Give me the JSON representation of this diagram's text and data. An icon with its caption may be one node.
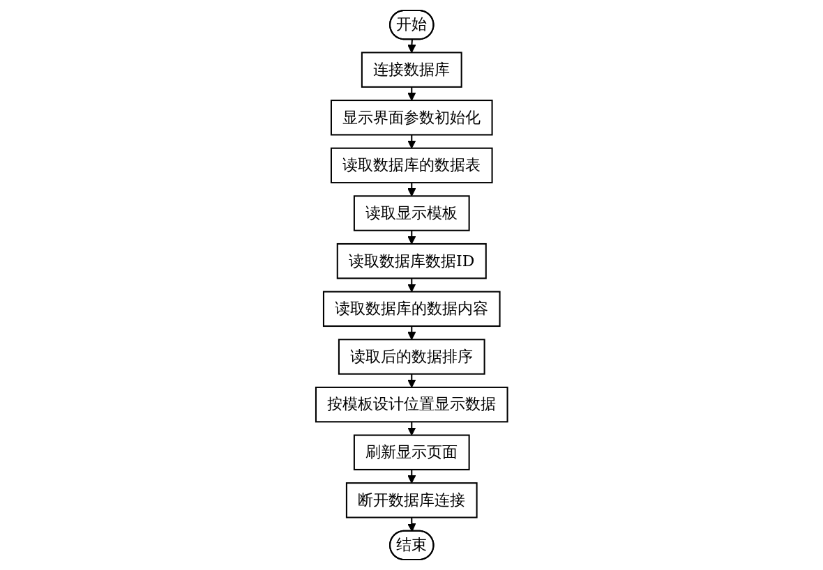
{
  "diagram": {
    "nodes": [
      {
        "text": [
          "开始"
        ]
      },
      {
        "text": [
          "连接数据库"
        ]
      },
      {
        "text": [
          "显示界面参数初始化"
        ]
      },
      {
        "text": [
          "读取数据库的数据表"
        ]
      },
      {
        "text": [
          "读取显示模板"
        ]
      },
      {
        "text": [
          "读取数据库数据ID"
        ]
      },
      {
        "text": [
          "读取数据库的数据内容"
        ]
      },
      {
        "text": [
          "读取后的数据排序"
        ]
      },
      {
        "text": [
          "按模板设计位置显示数据"
        ]
      },
      {
        "text": [
          "刷新显示页面"
        ]
      },
      {
        "text": [
          "断开数据库连接"
        ]
      },
      {
        "text": [
          "结束"
        ]
      }
    ],
    "edges": [
      {
        "from": 0,
        "to": 1,
        "arrow": "to"
      },
      {
        "from": 1,
        "to": 2,
        "arrow": "to"
      },
      {
        "from": 2,
        "to": 3,
        "arrow": "to"
      },
      {
        "from": 3,
        "to": 4,
        "arrow": "to"
      },
      {
        "from": 4,
        "to": 5,
        "arrow": "to"
      },
      {
        "from": 5,
        "to": 6,
        "arrow": "to"
      },
      {
        "from": 6,
        "to": 7,
        "arrow": "to"
      },
      {
        "from": 7,
        "to": 8,
        "arrow": "to"
      },
      {
        "from": 8,
        "to": 9,
        "arrow": "to"
      },
      {
        "from": 9,
        "to": 10,
        "arrow": "to"
      },
      {
        "from": 10,
        "to": 11,
        "arrow": "to"
      }
    ]
  }
}
